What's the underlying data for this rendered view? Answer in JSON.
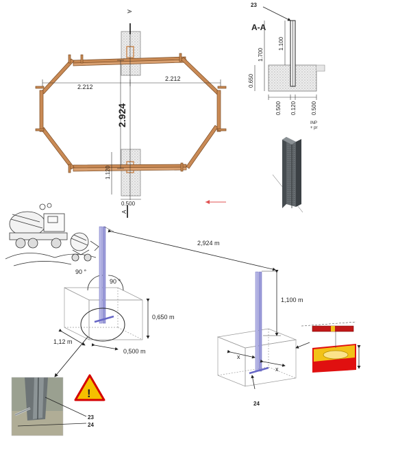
{
  "plan": {
    "section_marker": "A",
    "dim_left": "2.212",
    "dim_right": "2.212",
    "dim_length": "2.924",
    "dim_footing_depth": "1.120",
    "dim_footing_width": "0.500"
  },
  "section": {
    "title": "A-A",
    "callout": "23",
    "dim_post_above": "1.100",
    "dim_total": "1.700",
    "dim_footing_height": "0.650",
    "dim_bottom_left": "0.500",
    "dim_bottom_mid": "0.120",
    "dim_bottom_right": "0.500",
    "profile_note_1": "INP",
    "profile_note_2": "+ pr"
  },
  "iso": {
    "dim_span": "2,924 m",
    "dim_post_height": "1,100 m",
    "dim_footing_height": "0,650 m",
    "dim_footing_length": "1,12 m",
    "dim_footing_width": "0,500 m",
    "angle_left": "90 °",
    "angle_right": "90 °",
    "offset_x_left": "x",
    "offset_x_right": "x",
    "callout_24": "24"
  },
  "photo": {
    "callout_23": "23",
    "callout_24": "24"
  },
  "warning_symbol": "!",
  "colors": {
    "timber": "#c98a55",
    "timber_edge": "#7a4a22",
    "post": "#8d8dd2",
    "footing_fill": "#e2e2e2",
    "warning_fill": "#f5c000",
    "warning_stroke": "#d40000",
    "level_red": "#e01010",
    "level_yellow": "#f2c218"
  }
}
